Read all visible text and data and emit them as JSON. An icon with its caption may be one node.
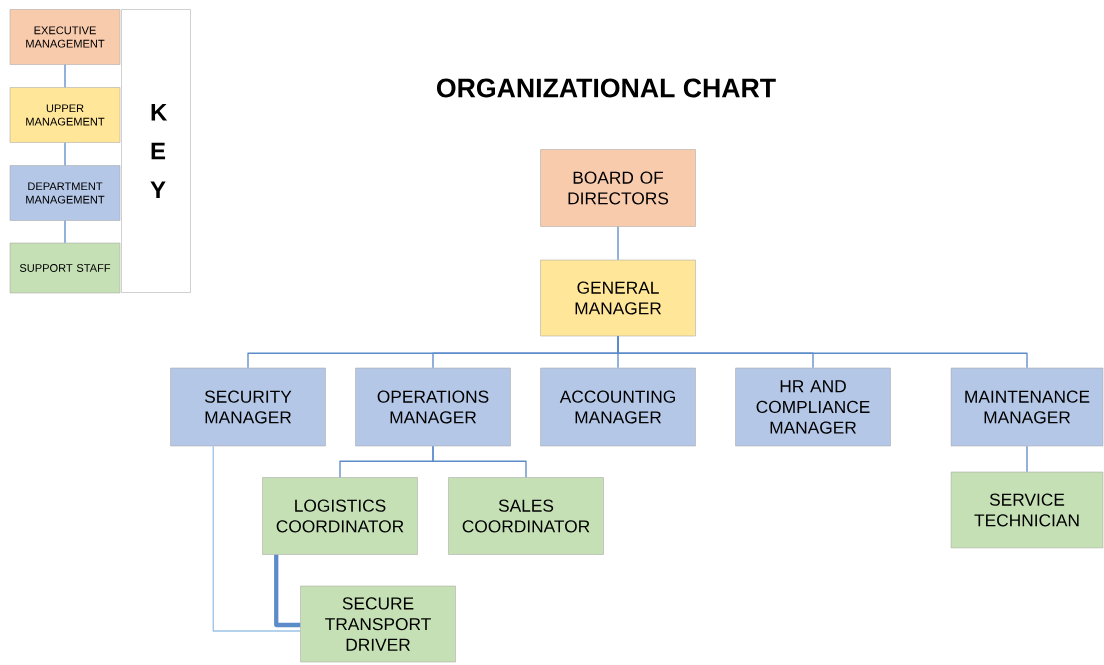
{
  "diagram": {
    "title": "ORGANIZATIONAL CHART",
    "nodes": [
      {
        "text": [
          "EXECUTIVE MANAGEMENT"
        ]
      },
      {
        "text": [
          "UPPER MANAGEMENT"
        ]
      },
      {
        "text": [
          "DEPARTMENT MANAGEMENT"
        ]
      },
      {
        "text": [
          "SUPPORT STAFF"
        ]
      },
      {
        "text": [
          "K E Y"
        ]
      },
      {
        "text": [
          "BOARD OF DIRECTORS"
        ]
      },
      {
        "text": [
          "GENERAL MANAGER"
        ]
      },
      {
        "text": [
          "SECURITY MANAGER"
        ]
      },
      {
        "text": [
          "OPERATIONS MANAGER"
        ]
      },
      {
        "text": [
          "ACCOUNTING MANAGER"
        ]
      },
      {
        "text": [
          "HR AND COMPLIANCE MANAGER"
        ]
      },
      {
        "text": [
          "MAINTENANCE MANAGER"
        ]
      },
      {
        "text": [
          "LOGISTICS COORDINATOR"
        ]
      },
      {
        "text": [
          "SALES COORDINATOR"
        ]
      },
      {
        "text": [
          "SERVICE TECHNICIAN"
        ]
      },
      {
        "text": [
          "SECURE TRANSPORT DRIVER"
        ]
      }
    ],
    "edges": [
      {
        "from": 0,
        "to": 1,
        "arrow": "none"
      },
      {
        "from": 1,
        "to": 2,
        "arrow": "none"
      },
      {
        "from": 2,
        "to": 3,
        "arrow": "none"
      },
      {
        "from": 5,
        "to": 6,
        "arrow": "none"
      },
      {
        "from": 6,
        "to": 7,
        "arrow": "none"
      },
      {
        "from": 6,
        "to": 8,
        "arrow": "none"
      },
      {
        "from": 6,
        "to": 9,
        "arrow": "none"
      },
      {
        "from": 6,
        "to": 10,
        "arrow": "none"
      },
      {
        "from": 6,
        "to": 11,
        "arrow": "none"
      },
      {
        "from": 8,
        "to": 12,
        "arrow": "none"
      },
      {
        "from": 8,
        "to": 13,
        "arrow": "none"
      },
      {
        "from": 11,
        "to": 14,
        "arrow": "none"
      },
      {
        "from": 12,
        "to": 15,
        "arrow": "none",
        "style": "thick"
      },
      {
        "from": 7,
        "to": 15,
        "arrow": "none",
        "color": "#9dc3e6"
      }
    ]
  }
}
